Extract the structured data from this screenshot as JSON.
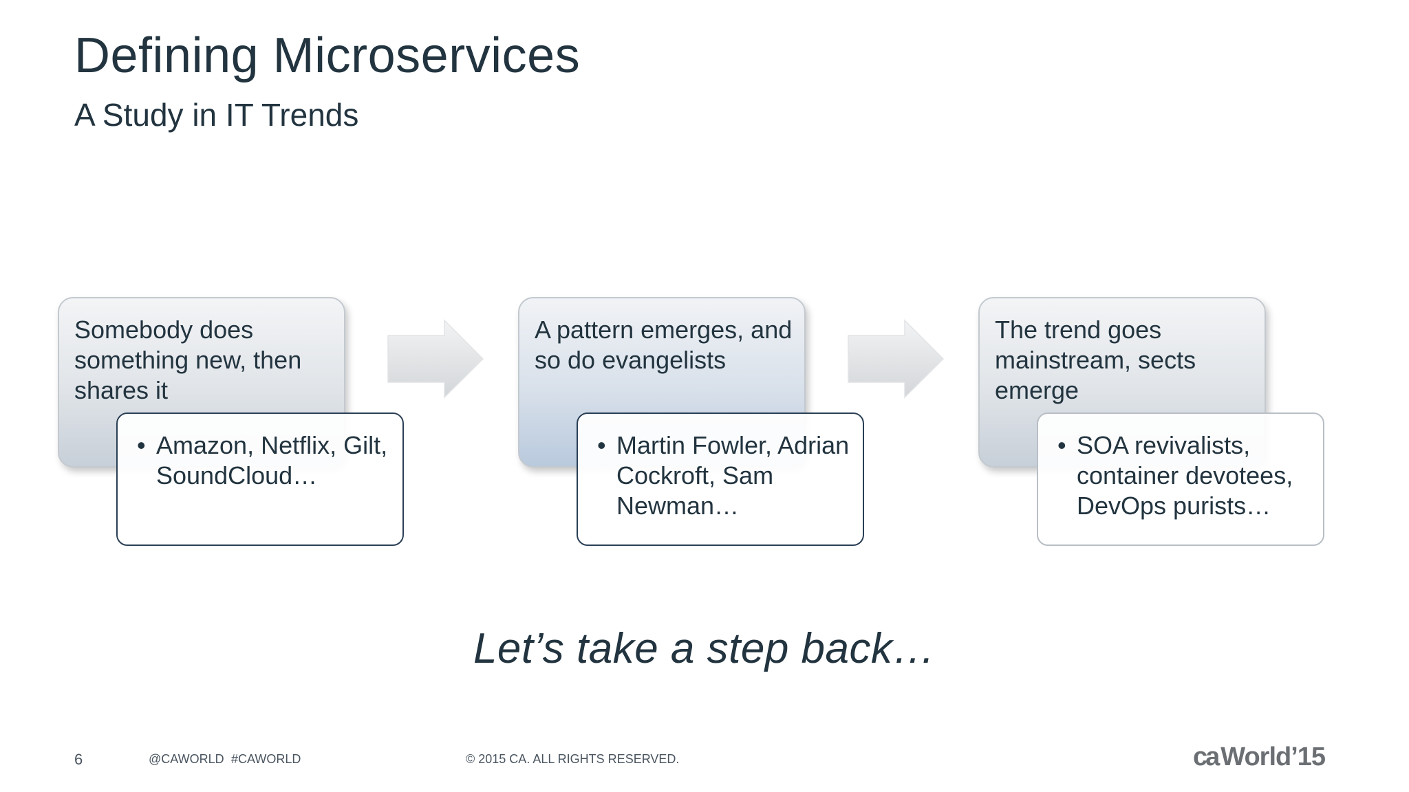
{
  "slide": {
    "title": "Defining Microservices",
    "subtitle": "A Study in IT Trends",
    "tagline": "Let’s take a step back…"
  },
  "stages": [
    {
      "heading": "Somebody does something new, then shares it",
      "detail": "Amazon, Netflix, Gilt, SoundCloud…"
    },
    {
      "heading": "A pattern emerges, and so do evangelists",
      "detail": "Martin Fowler, Adrian Cockroft, Sam Newman…"
    },
    {
      "heading": "The trend goes mainstream, sects emerge",
      "detail": "SOA revivalists, container devotees, DevOps purists…"
    }
  ],
  "footer": {
    "page_number": "6",
    "handle": "@CAWORLD",
    "hashtag": "#CAWORLD",
    "copyright": "© 2015 CA. ALL RIGHTS RESERVED."
  },
  "logo": {
    "brand": "ca",
    "event": "World",
    "year": "’15"
  },
  "colors": {
    "text": "#22343f",
    "box_border_dark": "#2a3f55",
    "box_border_light": "#b8bec5",
    "logo_gray": "#6b6f73"
  }
}
